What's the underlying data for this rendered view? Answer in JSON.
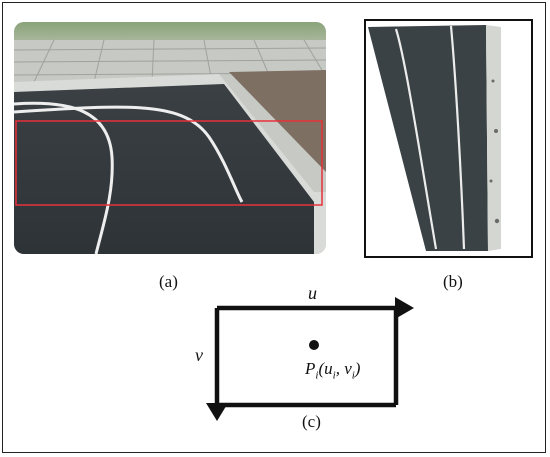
{
  "panel_labels": {
    "a": "(a)",
    "b": "(b)",
    "c": "(c)"
  },
  "axes": {
    "u": "u",
    "v": "v"
  },
  "point": {
    "prefix": "P",
    "sub": "i",
    "open": "(u",
    "sub_u": "i",
    "comma": ", v",
    "sub_v": "i",
    "close": ")"
  },
  "colors": {
    "roi_box": "#e8303a",
    "frame": "#222222",
    "road": "#2f3538",
    "lane": "#f2f2f2"
  },
  "icons": {
    "point": "filled-circle",
    "arrows": "arrow-right, arrow-down"
  }
}
